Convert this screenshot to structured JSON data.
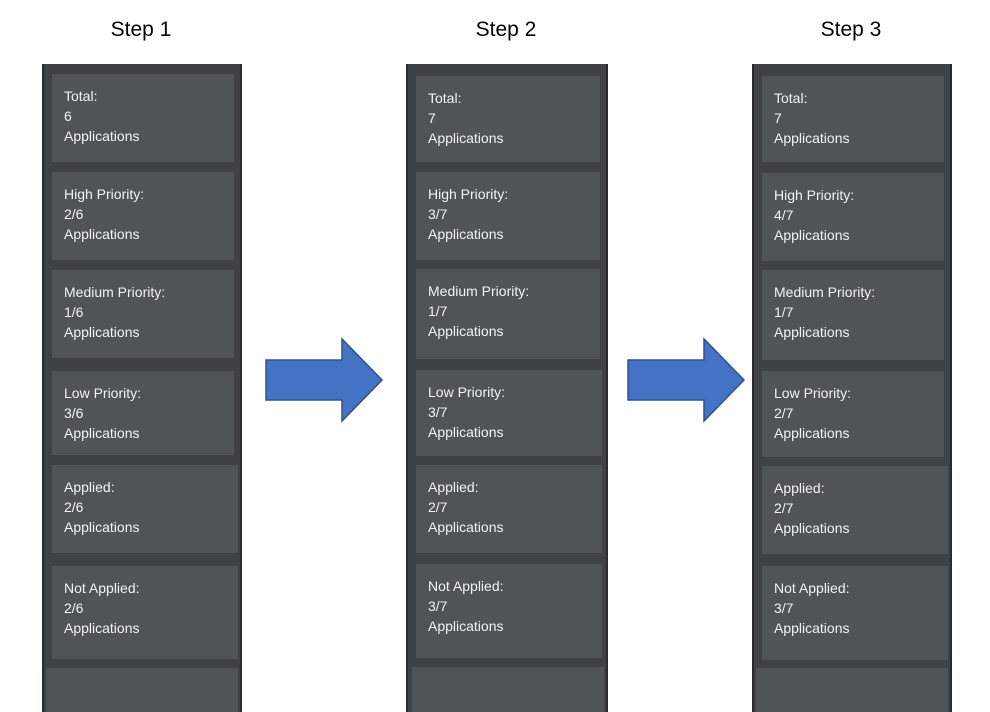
{
  "steps": [
    {
      "title": "Step 1",
      "cards": [
        {
          "label": "Total:",
          "value": "6",
          "unit": "Applications"
        },
        {
          "label": "High Priority:",
          "value": "2/6",
          "unit": "Applications"
        },
        {
          "label": "Medium Priority:",
          "value": "1/6",
          "unit": "Applications"
        },
        {
          "label": "Low Priority:",
          "value": "3/6",
          "unit": "Applications"
        },
        {
          "label": "Applied:",
          "value": "2/6",
          "unit": "Applications"
        },
        {
          "label": "Not Applied:",
          "value": "2/6",
          "unit": "Applications"
        }
      ]
    },
    {
      "title": "Step 2",
      "cards": [
        {
          "label": "Total:",
          "value": "7",
          "unit": "Applications"
        },
        {
          "label": "High Priority:",
          "value": "3/7",
          "unit": "Applications"
        },
        {
          "label": "Medium Priority:",
          "value": "1/7",
          "unit": "Applications"
        },
        {
          "label": "Low Priority:",
          "value": "3/7",
          "unit": "Applications"
        },
        {
          "label": "Applied:",
          "value": "2/7",
          "unit": "Applications"
        },
        {
          "label": "Not Applied:",
          "value": "3/7",
          "unit": "Applications"
        }
      ]
    },
    {
      "title": "Step 3",
      "cards": [
        {
          "label": "Total:",
          "value": "7",
          "unit": "Applications"
        },
        {
          "label": "High Priority:",
          "value": "4/7",
          "unit": "Applications"
        },
        {
          "label": "Medium Priority:",
          "value": "1/7",
          "unit": "Applications"
        },
        {
          "label": "Low Priority:",
          "value": "2/7",
          "unit": "Applications"
        },
        {
          "label": "Applied:",
          "value": "2/7",
          "unit": "Applications"
        },
        {
          "label": "Not Applied:",
          "value": "3/7",
          "unit": "Applications"
        }
      ]
    }
  ],
  "colors": {
    "column_bg": "#3f4244",
    "card_bg": "#4f5456",
    "card_text": "#f2f2f2",
    "arrow_fill": "#4472c4",
    "arrow_stroke": "#2f528f"
  }
}
